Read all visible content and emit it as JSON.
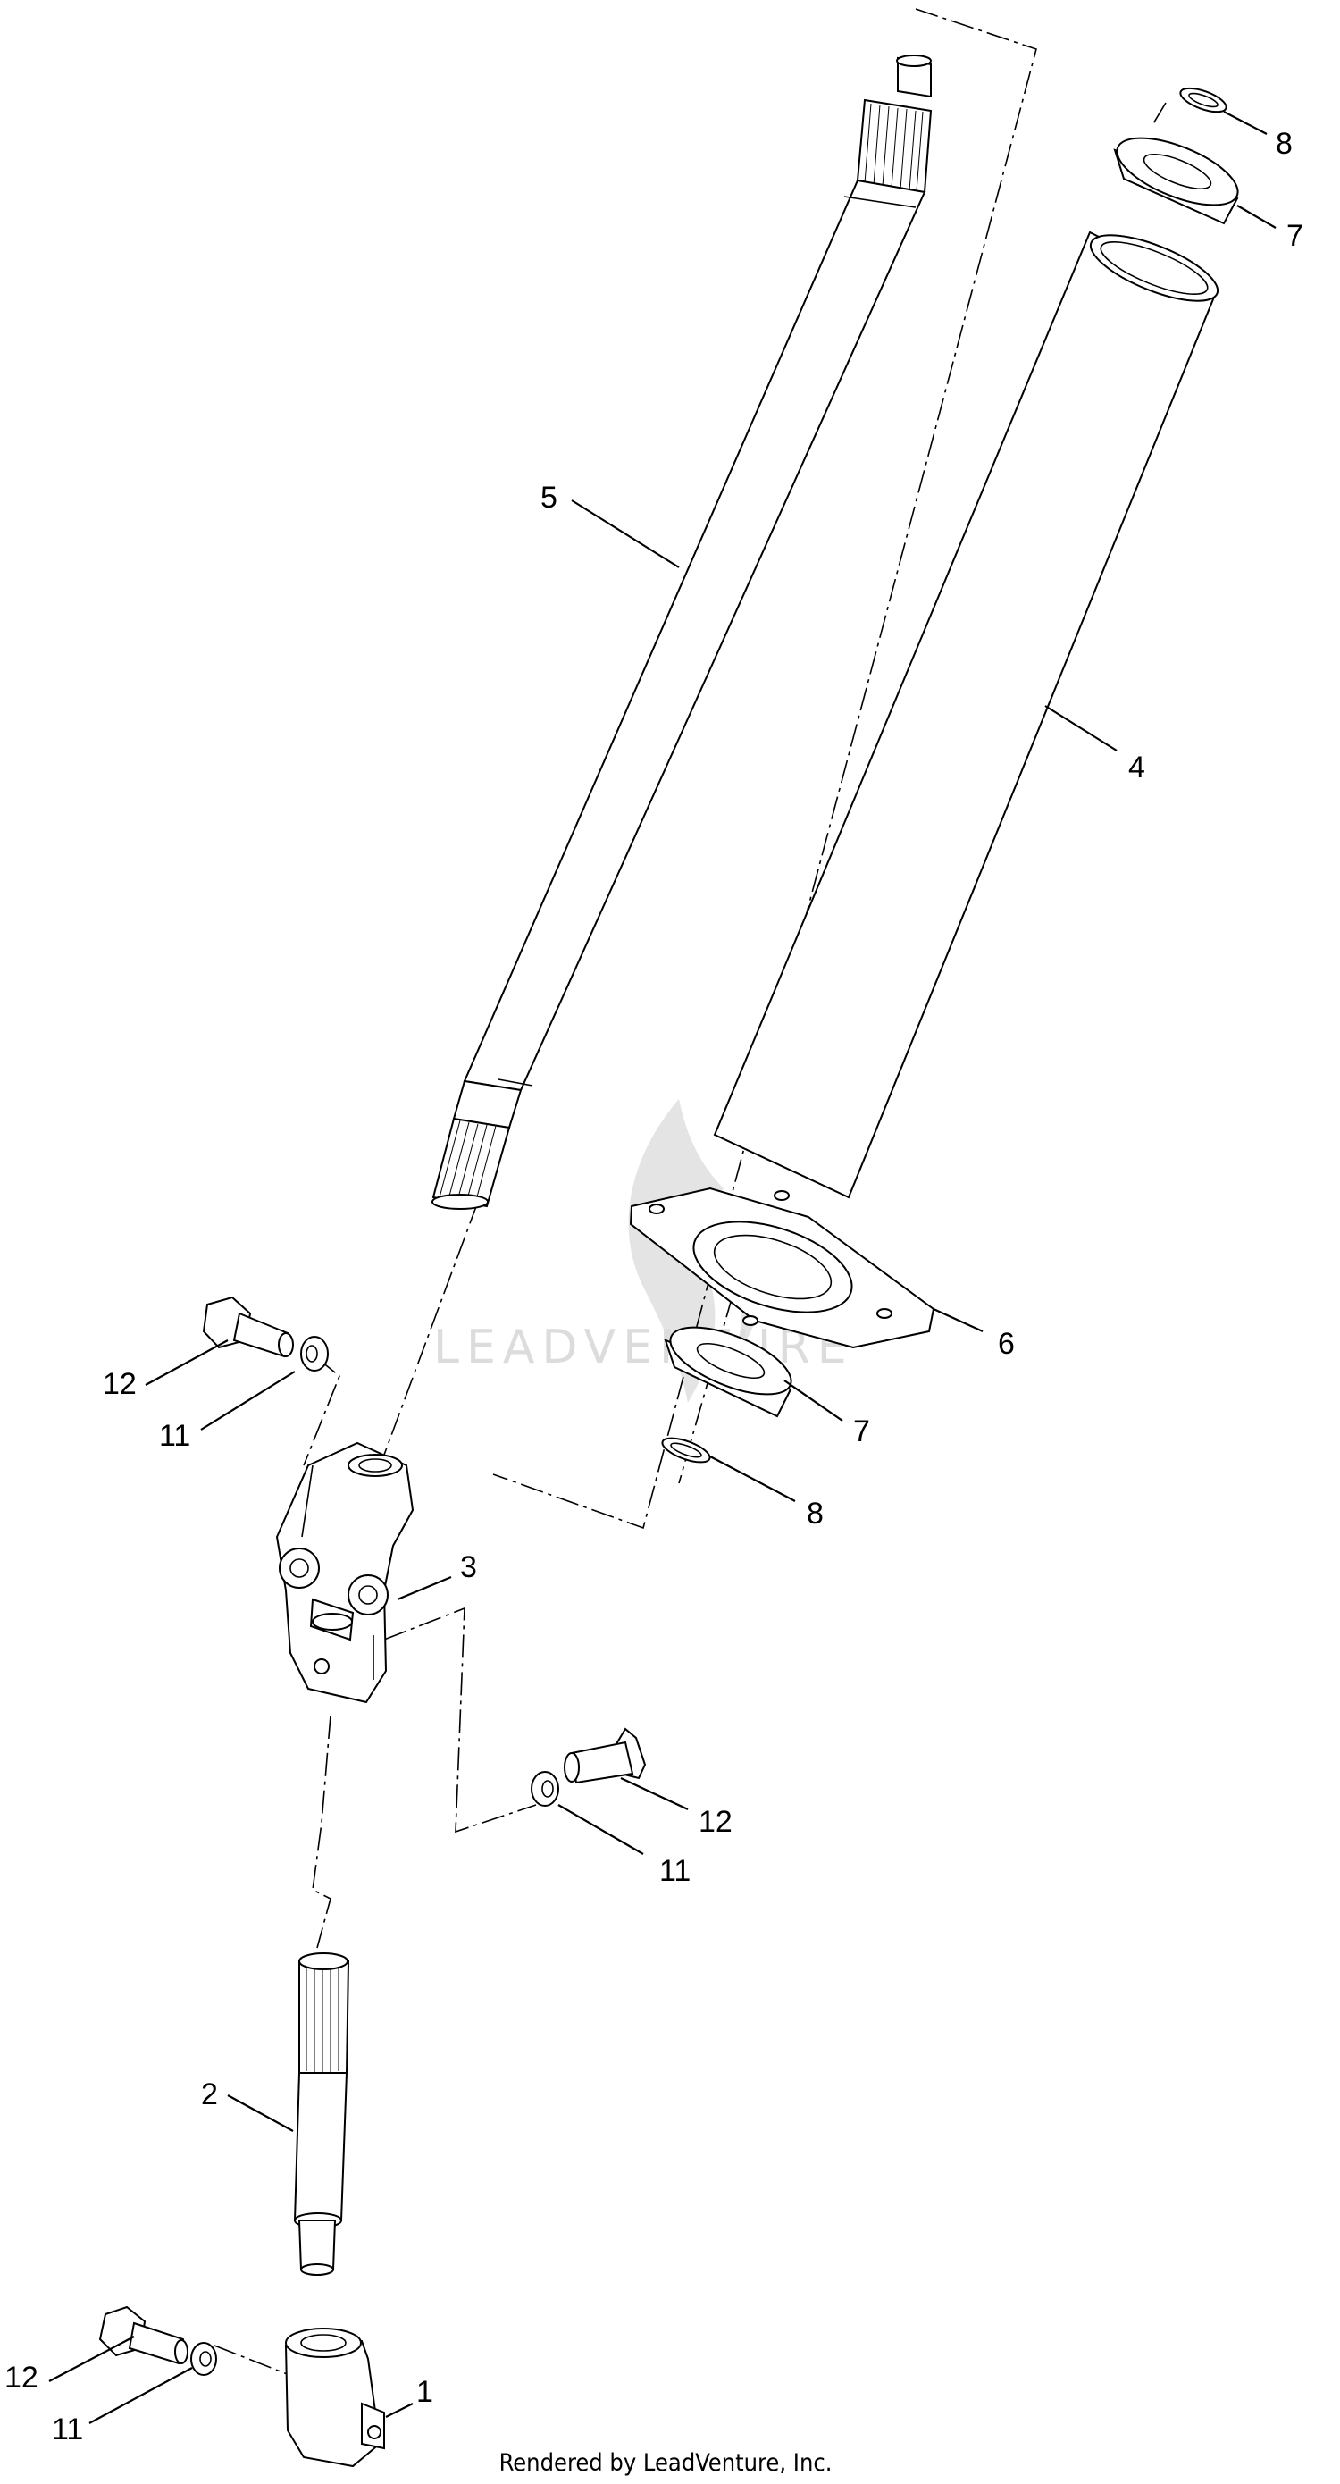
{
  "callouts": {
    "c1": "1",
    "c2": "2",
    "c3": "3",
    "c4": "4",
    "c5": "5",
    "c6": "6",
    "c7_upper": "7",
    "c7_lower": "7",
    "c8_upper": "8",
    "c8_lower": "8",
    "c11_left": "11",
    "c11_right": "11",
    "c11_bottom": "11",
    "c12_left": "12",
    "c12_right": "12",
    "c12_bottom": "12"
  },
  "watermark": "LEADVENTURE",
  "footer": "Rendered by LeadVenture, Inc."
}
